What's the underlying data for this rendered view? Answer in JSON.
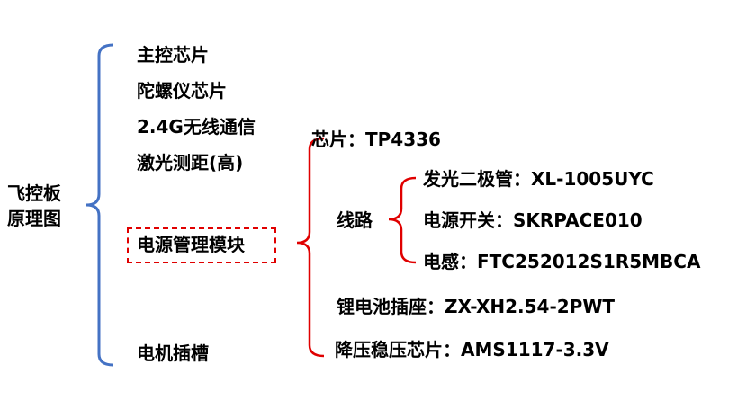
{
  "root": {
    "line1": "飞控板",
    "line2": "原理图"
  },
  "level1": {
    "items": [
      "主控芯片",
      "陀螺仪芯片",
      "2.4G无线通信",
      "激光测距(高)",
      "电源管理模块",
      "电机插槽"
    ]
  },
  "power_module": {
    "chip": "芯片：TP4336",
    "circuit": {
      "label": "线路",
      "items": [
        "发光二极管：XL-1005UYC",
        "电源开关：SKRPACE010",
        "电感：FTC252012S1R5MBCA"
      ]
    },
    "battery_socket": "锂电池插座：ZX-XH2.54-2PWT",
    "regulator": "降压稳压芯片：AMS1117-3.3V"
  },
  "colors": {
    "level1_bracket": "#4472c4",
    "level2_bracket": "#e00000",
    "dashed_box": "#e00000"
  }
}
